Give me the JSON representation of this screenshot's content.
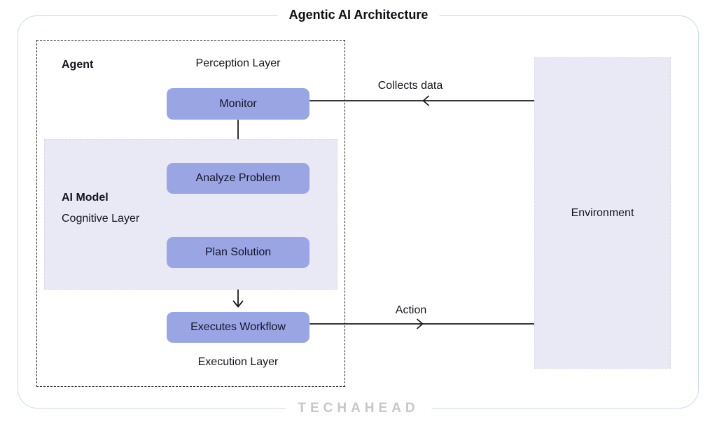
{
  "title": "Agentic AI Architecture",
  "agent": {
    "label": "Agent",
    "perception_layer_label": "Perception Layer",
    "monitor_label": "Monitor",
    "executes_workflow_label": "Executes Workflow",
    "execution_layer_label": "Execution Layer"
  },
  "ai_model": {
    "label": "AI Model",
    "sublabel": "Cognitive Layer",
    "analyze_label": "Analyze Problem",
    "plan_label": "Plan Solution"
  },
  "environment": {
    "label": "Environment"
  },
  "arrows": {
    "collects_data_label": "Collects data",
    "action_label": "Action"
  },
  "footer": {
    "logo_text": "TECHAHEAD"
  },
  "colors": {
    "node_fill": "#9aa5e3",
    "layer_fill": "#e9e9f5",
    "layer_border": "#d8d8e8",
    "frame_border": "#c9d9f0",
    "dash_border": "#2a2a2a",
    "logo_gray": "#c7c7cb"
  }
}
